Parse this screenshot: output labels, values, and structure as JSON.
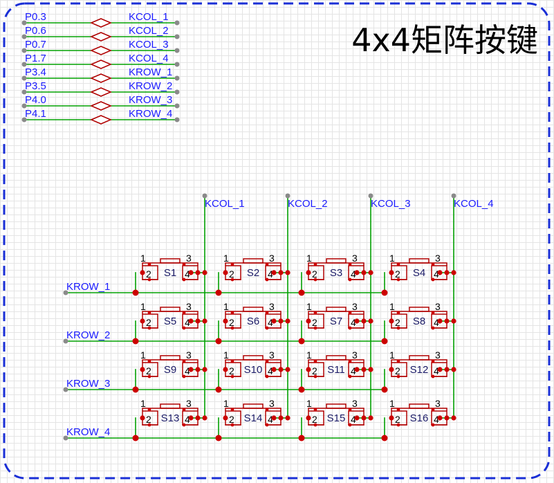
{
  "title": "4x4矩阵按键",
  "colors": {
    "wire": "#00a000",
    "border": "#1a2fd6",
    "net_label": "#1a1aff",
    "part": "#b00000",
    "junction": "#cc0000",
    "pin_end": "#8a8a8a"
  },
  "net_links": [
    {
      "from": "P0.3",
      "to": "KCOL_1"
    },
    {
      "from": "P0.6",
      "to": "KCOL_2"
    },
    {
      "from": "P0.7",
      "to": "KCOL_3"
    },
    {
      "from": "P1.7",
      "to": "KCOL_4"
    },
    {
      "from": "P3.4",
      "to": "KROW_1"
    },
    {
      "from": "P3.5",
      "to": "KROW_2"
    },
    {
      "from": "P4.0",
      "to": "KROW_3"
    },
    {
      "from": "P4.1",
      "to": "KROW_4"
    }
  ],
  "columns": [
    "KCOL_1",
    "KCOL_2",
    "KCOL_3",
    "KCOL_4"
  ],
  "rows": [
    "KROW_1",
    "KROW_2",
    "KROW_3",
    "KROW_4"
  ],
  "switches": [
    "S1",
    "S2",
    "S3",
    "S4",
    "S5",
    "S6",
    "S7",
    "S8",
    "S9",
    "S10",
    "S11",
    "S12",
    "S13",
    "S14",
    "S15",
    "S16"
  ],
  "pin_numbers": {
    "p1": "1",
    "p2": "2",
    "p3": "3",
    "p4": "4"
  }
}
